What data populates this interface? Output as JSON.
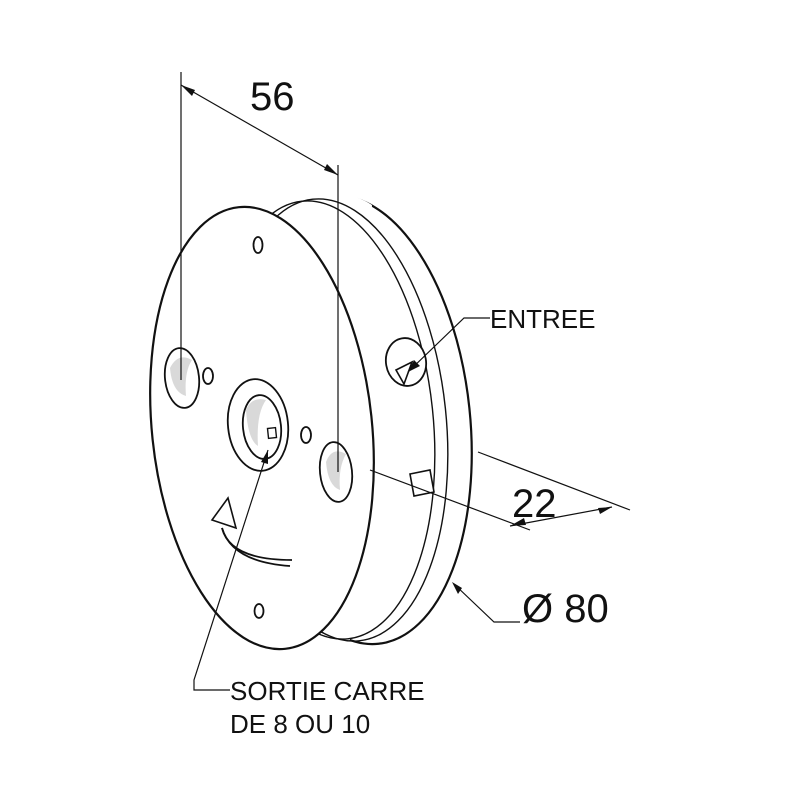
{
  "dimensions": {
    "width_label": "56",
    "depth_label": "22",
    "diameter_label": "Ø 80"
  },
  "callouts": {
    "entree": "ENTREE",
    "sortie_line1": "SORTIE CARRE",
    "sortie_line2": "DE 8 OU 10"
  },
  "colors": {
    "line": "#111111",
    "background": "#ffffff"
  }
}
